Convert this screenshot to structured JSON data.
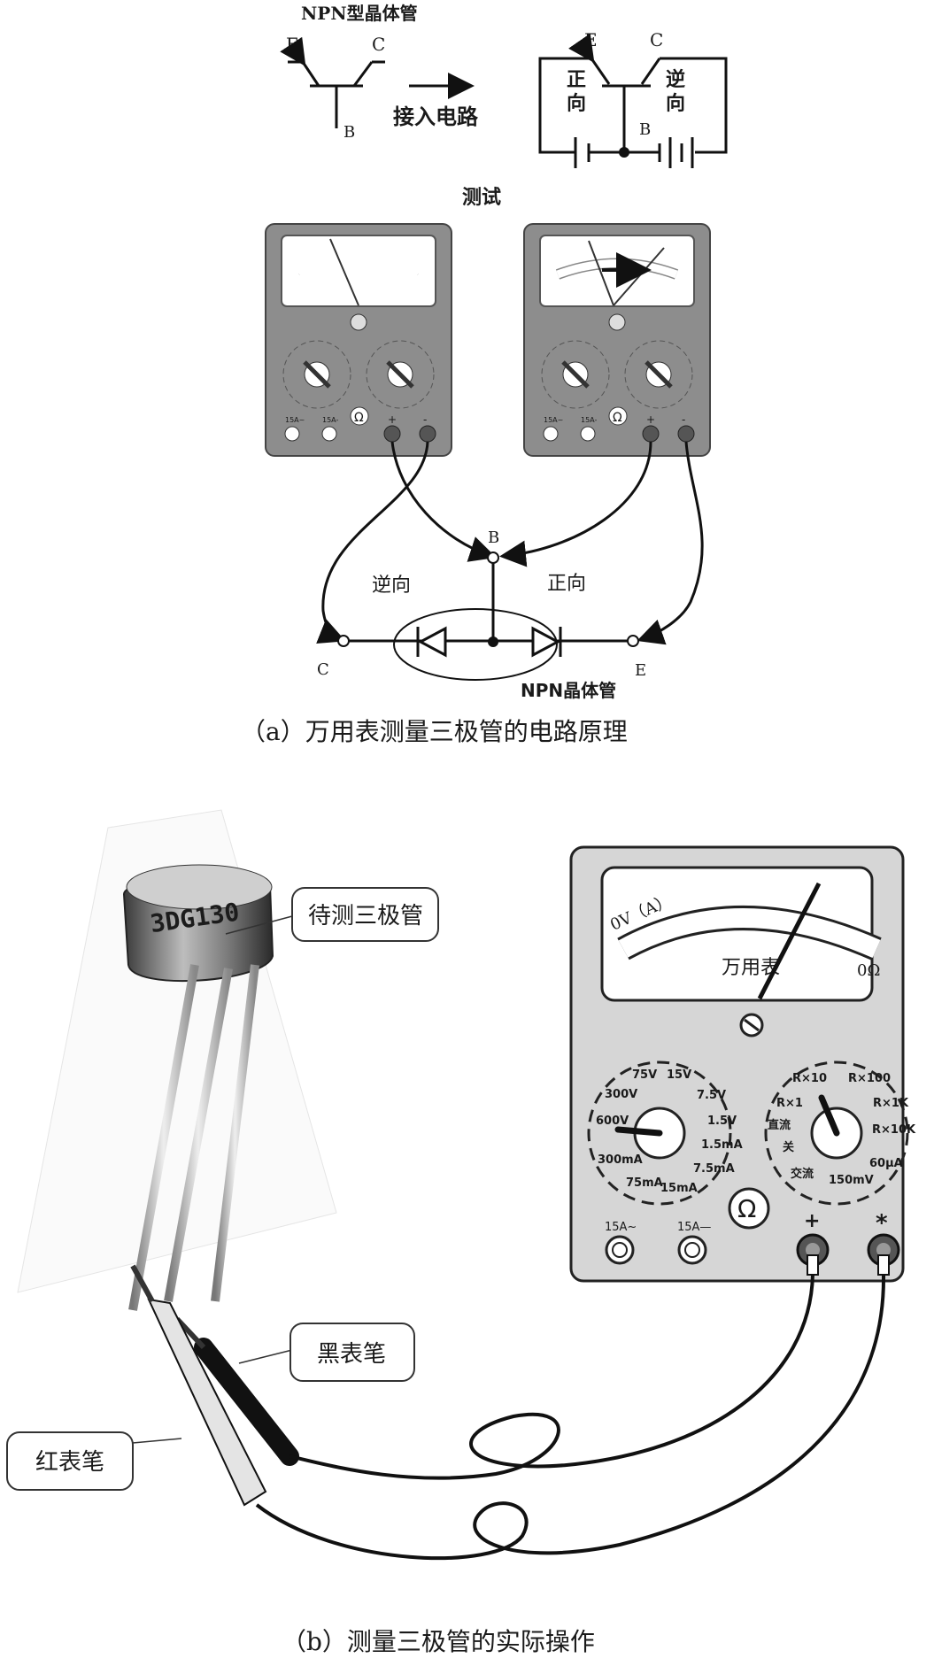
{
  "part_a": {
    "npn_title": "NPN型晶体管",
    "symbol_labels": {
      "e": "E",
      "c": "C",
      "b": "B"
    },
    "arrow_text": "接入电路",
    "circuit_labels": {
      "e": "E",
      "c": "C",
      "b": "B",
      "forward_line1": "正",
      "forward_line2": "向",
      "reverse_line1": "逆",
      "reverse_line2": "向"
    },
    "test_label": "测试",
    "meter_small_labels": {
      "ac": "15A~",
      "dc": "15A-",
      "ohm": "Ω",
      "plus": "+",
      "minus": "-"
    },
    "junction_labels": {
      "b": "B",
      "c": "C",
      "e": "E",
      "reverse": "逆向",
      "forward": "正向",
      "npn": "NPN晶体管"
    },
    "caption": "（a）万用表测量三极管的电路原理"
  },
  "part_b": {
    "transistor_marking": "3DG130",
    "callout_transistor": "待测三极管",
    "callout_black_probe": "黑表笔",
    "callout_red_probe": "红表笔",
    "scale_left": "0V（A）",
    "scale_right": "0Ω",
    "meter_name": "万用表",
    "left_dial": [
      "75V",
      "15V",
      "300V",
      "7.5V",
      "600V",
      "1.5V",
      "1.5mA",
      "300mA",
      "7.5mA",
      "75mA",
      "15mA"
    ],
    "right_dial": [
      "R×10",
      "R×100",
      "R×1",
      "R×1K",
      "直流",
      "R×10K",
      "关",
      "60μA",
      "交流",
      "150mV"
    ],
    "jacks": {
      "ac": "15A~",
      "dc": "15A—",
      "plus": "+",
      "com": "*"
    },
    "ohm_symbol": "Ω",
    "caption": "（b）测量三极管的实际操作"
  }
}
